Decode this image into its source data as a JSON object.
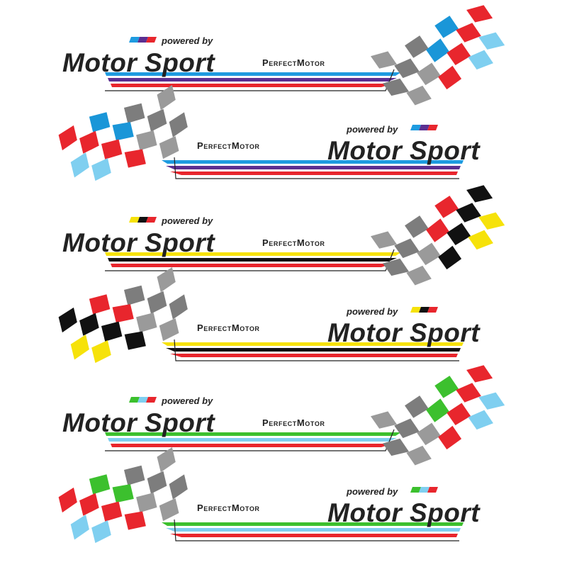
{
  "brand_text": "Motor Sport",
  "powered_text": "powered by",
  "maker_text": "PerfectMotor",
  "variants": [
    {
      "name": "m-colors",
      "flip": false,
      "colors": [
        "#1e9be0",
        "#5b2f91",
        "#e8262d"
      ],
      "flag_colors": [
        "#e8262d",
        "#1a96d8",
        "#7fcff0"
      ]
    },
    {
      "name": "m-colors",
      "flip": true,
      "colors": [
        "#1e9be0",
        "#5b2f91",
        "#e8262d"
      ],
      "flag_colors": [
        "#e8262d",
        "#1a96d8",
        "#7fcff0"
      ]
    },
    {
      "name": "german",
      "flip": false,
      "colors": [
        "#f6e20a",
        "#111111",
        "#e8262d"
      ],
      "flag_colors": [
        "#111111",
        "#e8262d",
        "#f6e20a"
      ]
    },
    {
      "name": "german",
      "flip": true,
      "colors": [
        "#f6e20a",
        "#111111",
        "#e8262d"
      ],
      "flag_colors": [
        "#111111",
        "#e8262d",
        "#f6e20a"
      ]
    },
    {
      "name": "green",
      "flip": false,
      "colors": [
        "#3cc02e",
        "#7fcff0",
        "#e8262d"
      ],
      "flag_colors": [
        "#e8262d",
        "#3cc02e",
        "#7fcff0"
      ]
    },
    {
      "name": "green",
      "flip": true,
      "colors": [
        "#3cc02e",
        "#7fcff0",
        "#e8262d"
      ],
      "flag_colors": [
        "#e8262d",
        "#3cc02e",
        "#7fcff0"
      ]
    }
  ]
}
